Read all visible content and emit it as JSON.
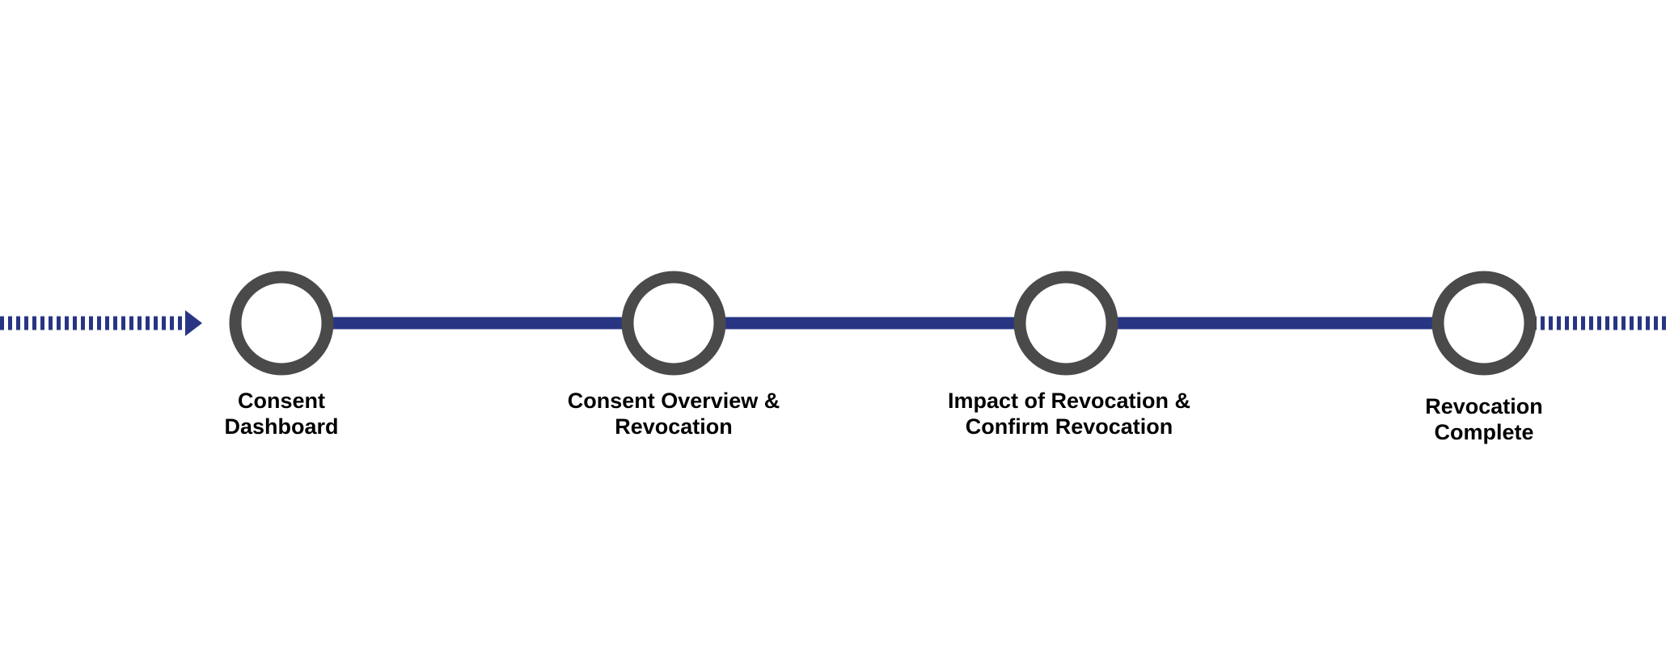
{
  "colors": {
    "connector": "#283583",
    "node_stroke": "#4a4a4a",
    "node_fill": "#ffffff",
    "label_text": "#000000"
  },
  "steps": [
    {
      "line1": "Consent",
      "line2": "Dashboard"
    },
    {
      "line1": "Consent Overview &",
      "line2": "Revocation"
    },
    {
      "line1": "Impact of Revocation &",
      "line2": "Confirm Revocation"
    },
    {
      "line1": "Revocation",
      "line2": "Complete"
    }
  ]
}
